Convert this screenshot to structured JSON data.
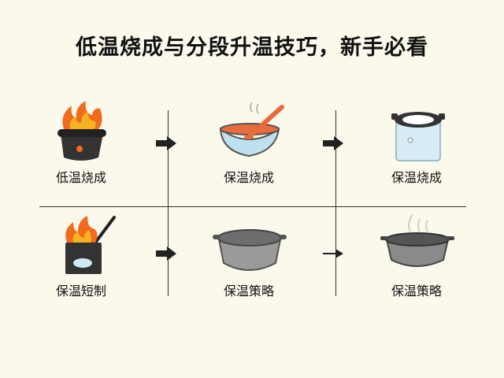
{
  "title": "低温烧成与分段升温技巧，新手必看",
  "steps": [
    {
      "label": "低温烧成",
      "icon": "kiln-fire-icon"
    },
    {
      "label": "保温烧成",
      "icon": "bowl-with-spoon-icon"
    },
    {
      "label": "保温烧成",
      "icon": "pressure-pot-icon"
    },
    {
      "label": "保温短制",
      "icon": "burner-fire-icon"
    },
    {
      "label": "保温策略",
      "icon": "pot-icon"
    },
    {
      "label": "保温策略",
      "icon": "steaming-pot-icon"
    }
  ],
  "colors": {
    "fire_outer": "#f26a1b",
    "fire_inner": "#f7b21f",
    "dark": "#333333",
    "glass": "#d7ecf5",
    "bowl": "#bfe0ef",
    "soup": "#e96b3c"
  }
}
